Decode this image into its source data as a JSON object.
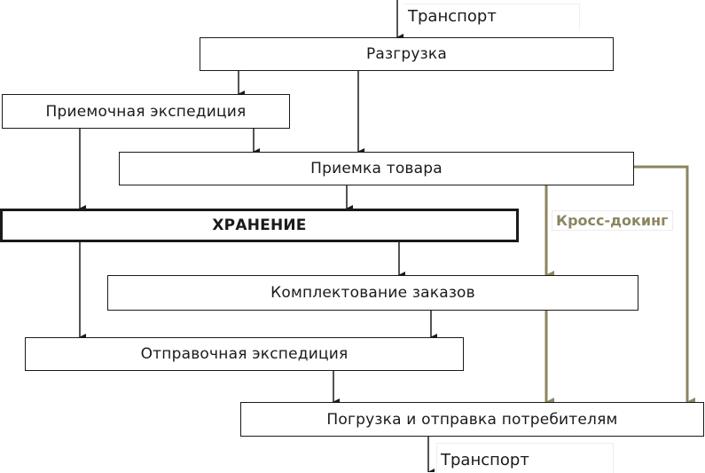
{
  "diagram": {
    "transport_in": "Транспорт",
    "transport_out": "Транспорт",
    "cross_docking": "Кросс-докинг",
    "nodes": {
      "unloading": "Разгрузка",
      "receiving_expedition": "Приемочная экспедиция",
      "goods_acceptance": "Приемка товара",
      "storage": "ХРАНЕНИЕ",
      "order_picking": "Комплектование заказов",
      "dispatch_expedition": "Отправочная экспедиция",
      "loading_shipping": "Погрузка и отправка потребителям"
    },
    "colors": {
      "main_line": "#1a1a1a",
      "crossdock_line": "#8c8560"
    }
  }
}
